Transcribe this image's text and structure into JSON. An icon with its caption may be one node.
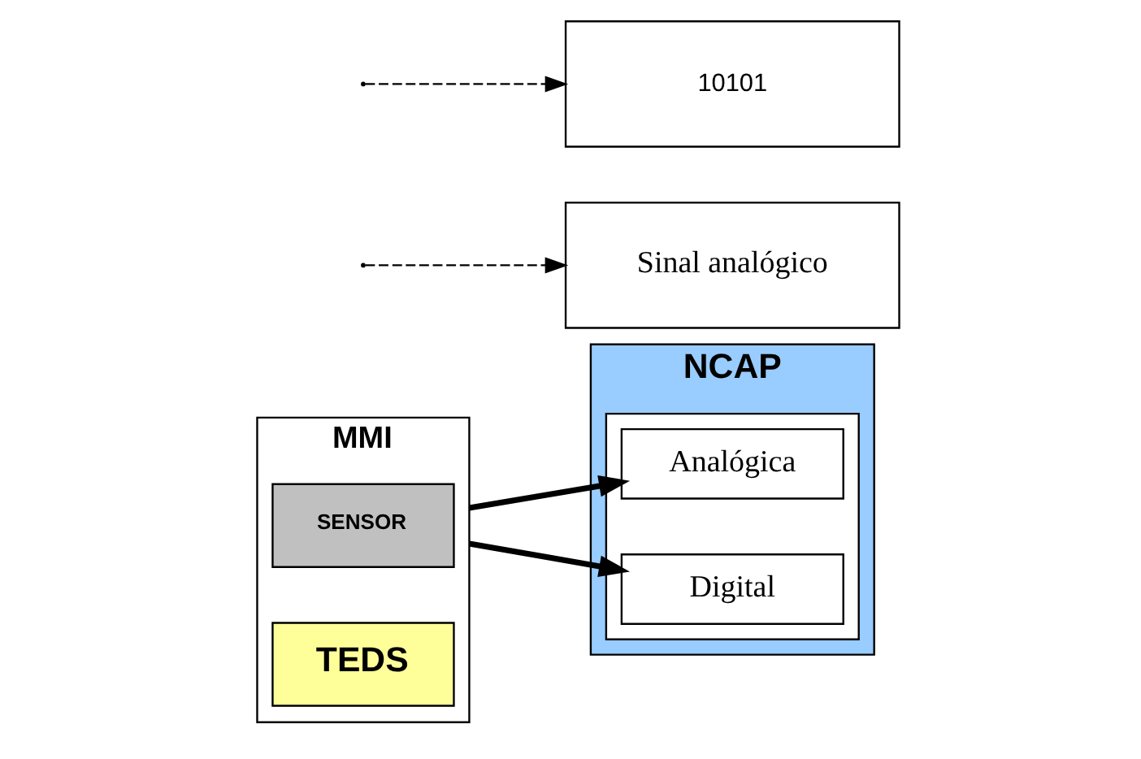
{
  "diagram": {
    "nodes": [
      {
        "text": [
          "MMI"
        ]
      },
      {
        "text": [
          "SENSOR"
        ],
        "in": 0
      },
      {
        "text": [
          "TEDS"
        ],
        "in": 0
      },
      {
        "text": [
          "NCAP"
        ]
      },
      {
        "text": [],
        "shape": "box",
        "in": 3
      },
      {
        "text": [
          "Analógica"
        ],
        "in": 4
      },
      {
        "text": [
          "Digital"
        ],
        "in": 4
      },
      {
        "text": [
          "Sinal analógico"
        ]
      },
      {
        "text": [
          "10101"
        ]
      }
    ],
    "edges": [
      {
        "from": 0,
        "to": 5,
        "arrow": "to",
        "style": "thick"
      },
      {
        "from": 0,
        "to": 6,
        "arrow": "to",
        "style": "thick"
      },
      {
        "from": null,
        "to": 7,
        "arrow": "to",
        "style": "dashed"
      },
      {
        "from": null,
        "to": 8,
        "arrow": "to",
        "style": "dashed"
      }
    ]
  }
}
